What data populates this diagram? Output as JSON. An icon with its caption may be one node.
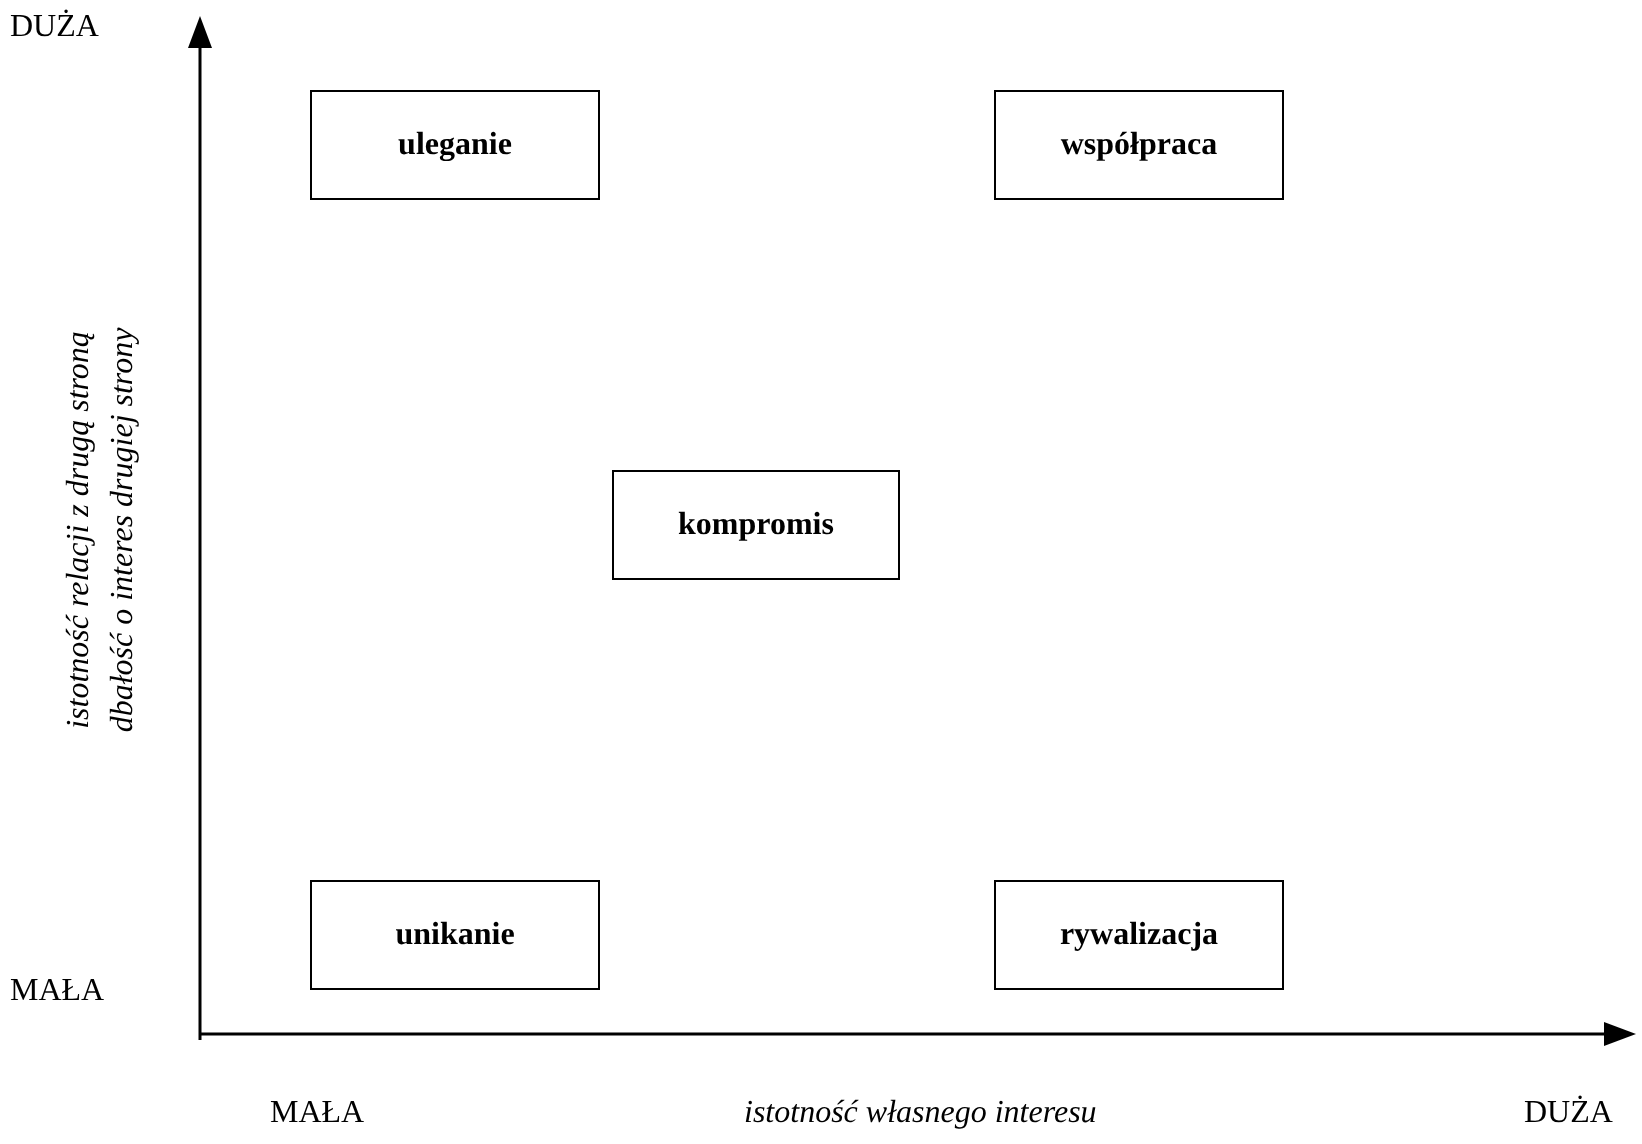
{
  "diagram": {
    "nodes": [
      {
        "text": [
          "uleganie"
        ]
      },
      {
        "text": [
          "współpraca"
        ]
      },
      {
        "text": [
          "kompromis"
        ]
      },
      {
        "text": [
          "unikanie"
        ]
      },
      {
        "text": [
          "rywalizacja"
        ]
      }
    ],
    "labels": [
      "DUŻA",
      "istotność relacji z drugą stroną",
      "dbałość o interes drugiej strony",
      "MAŁA",
      "MAŁA",
      "istotność własnego interesu",
      "DUŻA"
    ]
  }
}
